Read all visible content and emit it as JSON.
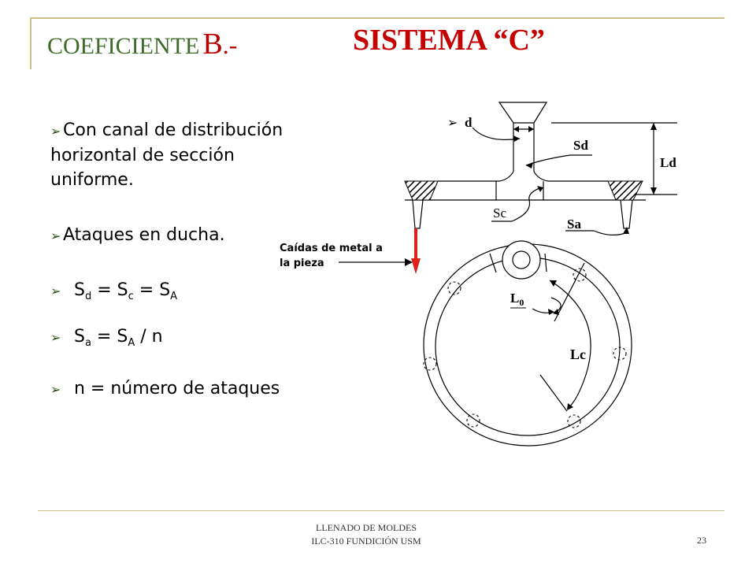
{
  "title": {
    "part1": "COEFICIENTE",
    "part2": "B",
    "part3": ".-",
    "system": "SISTEMA “C”"
  },
  "bullets": {
    "b1_lines": [
      "Con canal de distribución",
      "horizontal de sección",
      "uniforme."
    ],
    "b2": "Ataques en ducha.",
    "b3": {
      "s1": "S",
      "sub1": "d",
      "eq1": " = S",
      "sub2": "c",
      "eq2": " = S",
      "sub3": "A"
    },
    "b4": {
      "s1": "S",
      "sub1": "a",
      "eq1": " = S",
      "sub2": "A",
      "rest": " / n"
    },
    "b5": "n =  número de ataques"
  },
  "diagram": {
    "label_d": "d",
    "label_sd": "Sd",
    "label_ld": "Ld",
    "label_sc": "Sc",
    "label_sa": "Sa",
    "label_l0": "L",
    "label_l0_sub": "0",
    "label_lc": "Lc",
    "falls_line1": "Caídas de metal a",
    "falls_line2": "la pieza"
  },
  "footer": {
    "line1": "LLENADO DE MOLDES",
    "line2": "ILC-310  FUNDICIÓN USM",
    "page": "23"
  },
  "colors": {
    "accent_green": "#3d6b29",
    "title_red": "#c40000",
    "rule_olive": "#c9c185",
    "arrow_red": "#e0201a"
  }
}
